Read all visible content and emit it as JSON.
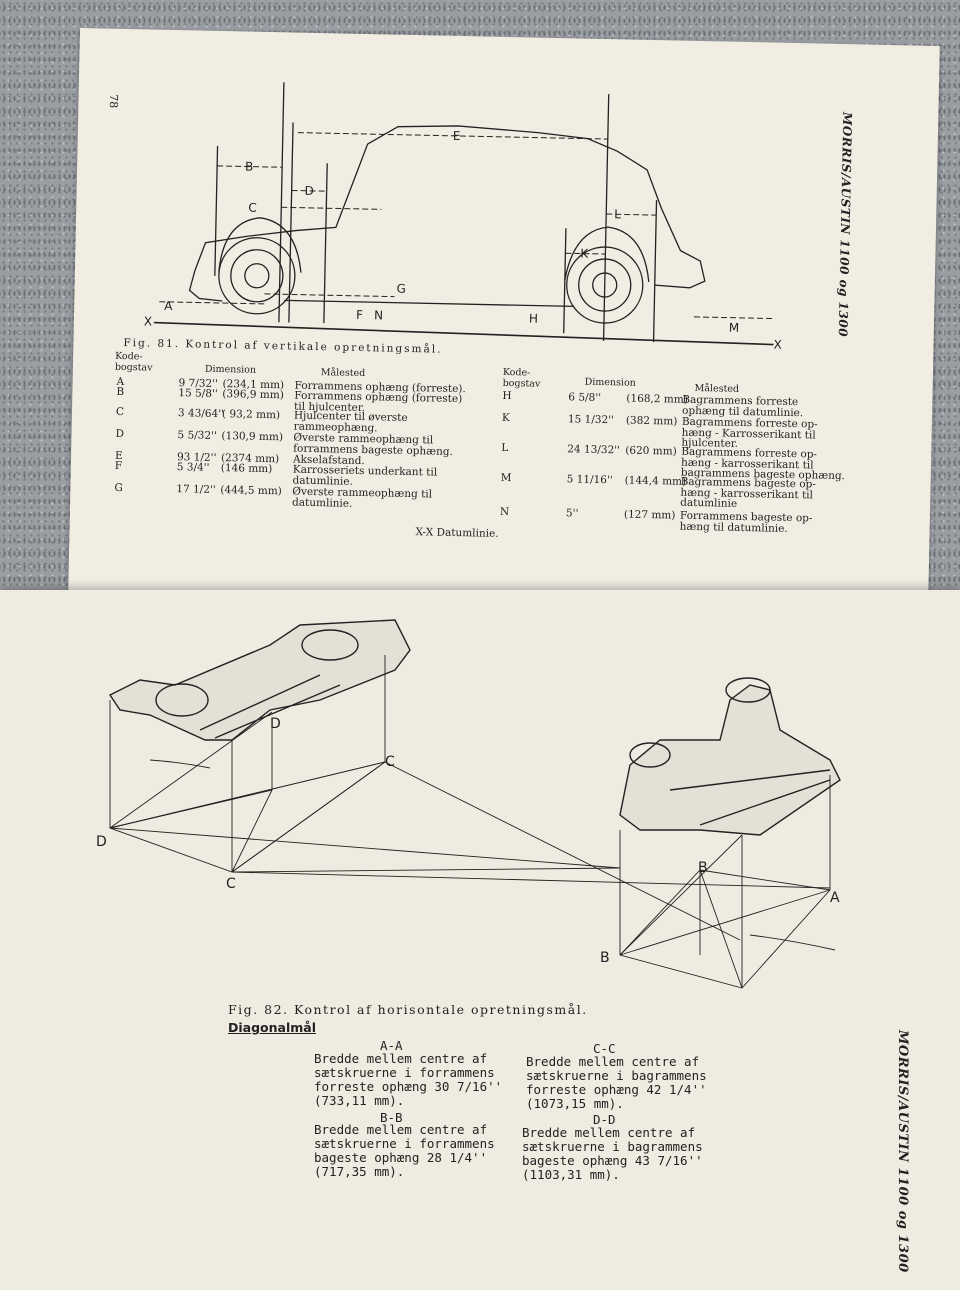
{
  "top_page": {
    "page_number": "78",
    "side_title": "MORRIS/AUSTIN 1100 og 1300"
  },
  "fig81_diagram": {
    "labels": {
      "A": "A",
      "B": "B",
      "C": "C",
      "D": "D",
      "E": "E",
      "F": "F",
      "G": "G",
      "H": "H",
      "K": "K",
      "L": "L",
      "M": "M",
      "N": "N",
      "X": "X"
    }
  },
  "fig81": {
    "caption": "Fig. 81. Kontrol af vertikale opretningsmål.",
    "headers": {
      "code": "Kode-\nbogstav",
      "dimension": "Dimension",
      "place": "Målested"
    },
    "left_rows": [
      {
        "code": "A",
        "inch": "9 7/32''",
        "mm": "(234,1 mm)",
        "desc": "Forrammens ophæng (forreste)."
      },
      {
        "code": "B",
        "inch": "15 5/8''",
        "mm": "(396,9 mm)",
        "desc": "Forrammens ophæng (forreste)\ntil hjulcenter."
      },
      {
        "code": "C",
        "inch": "3 43/64''",
        "mm": "( 93,2 mm)",
        "desc": "Hjulcenter til øverste\nrammeophæng."
      },
      {
        "code": "D",
        "inch": "5 5/32''",
        "mm": "(130,9 mm)",
        "desc": "Øverste rammeophæng til\nforrammens bageste ophæng."
      },
      {
        "code": "E",
        "inch": "93 1/2''",
        "mm": "(2374 mm)",
        "desc": "Akselafstand."
      },
      {
        "code": "F",
        "inch": "5 3/4''",
        "mm": "(146 mm)",
        "desc": "Karrosseriets underkant til\ndatumlinie."
      },
      {
        "code": "G",
        "inch": "17 1/2''",
        "mm": "(444,5 mm)",
        "desc": "Øverste rammeophæng til\ndatumlinie."
      }
    ],
    "right_rows": [
      {
        "code": "H",
        "inch": "6 5/8''",
        "mm": "(168,2 mm)",
        "desc": "Bagrammens forreste\nophæng til datumlinie."
      },
      {
        "code": "K",
        "inch": "15 1/32''",
        "mm": "(382 mm)",
        "desc": "Bagrammens forreste op-\nhæng - Karrosserikant til\nhjulcenter."
      },
      {
        "code": "L",
        "inch": "24 13/32''",
        "mm": "(620 mm)",
        "desc": "Bagrammens forreste op-\nhæng - karrosserikant til\nbagrammens bageste ophæng."
      },
      {
        "code": "M",
        "inch": "5 11/16''",
        "mm": "(144,4 mm)",
        "desc": "Bagrammens bageste op-\nhæng - karrosserikant til\ndatumlinie"
      },
      {
        "code": "N",
        "inch": "5''",
        "mm": "(127 mm)",
        "desc": "Forrammens bageste op-\nhæng til datumlinie."
      }
    ],
    "datum_note": "X-X  Datumlinie."
  },
  "fig82_diagram": {
    "labels": {
      "A": "A",
      "B": "B",
      "C": "C",
      "D": "D"
    }
  },
  "fig82": {
    "caption": "Fig. 82. Kontrol af horisontale opretningsmål.",
    "heading": "Diagonalmål",
    "blocks": [
      {
        "label": "A-A",
        "text": "Bredde mellem centre af\nsætskruerne i forrammens\nforreste ophæng 30 7/16''\n(733,11 mm)."
      },
      {
        "label": "B-B",
        "text": "Bredde mellem centre af\nsætskruerne i forrammens\nbageste ophæng 28 1/4''\n(717,35 mm)."
      },
      {
        "label": "C-C",
        "text": "Bredde mellem centre af\nsætskruerne i bagrammens\nforreste ophæng 42 1/4''\n(1073,15 mm)."
      },
      {
        "label": "D-D",
        "text": "Bredde mellem centre af\nsætskruerne i bagrammens\nbageste ophæng 43 7/16''\n(1103,31 mm)."
      }
    ]
  },
  "bottom_page": {
    "side_title": "MORRIS/AUSTIN 1100 og 1300"
  }
}
